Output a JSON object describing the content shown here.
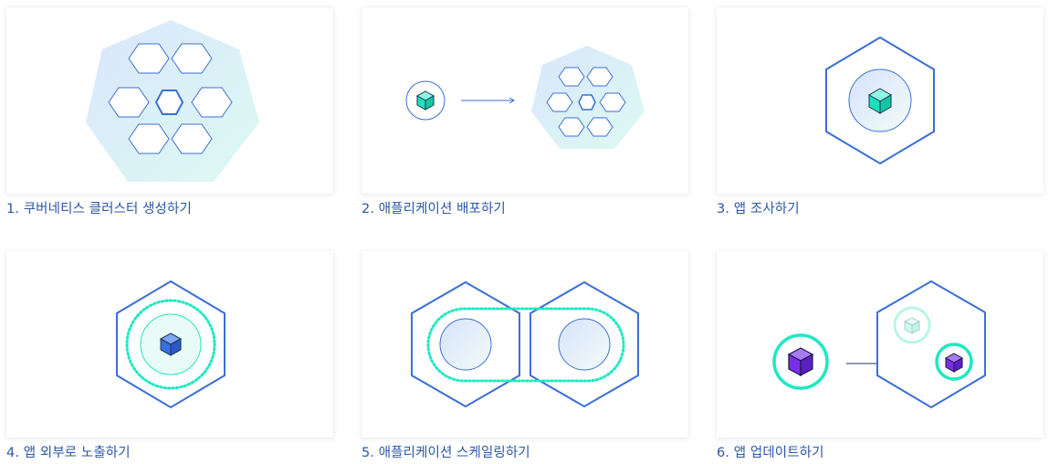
{
  "steps": [
    {
      "label": "1. 쿠버네티스 클러스터 생성하기"
    },
    {
      "label": "2. 애플리케이션 배포하기"
    },
    {
      "label": "3. 앱 조사하기"
    },
    {
      "label": "4. 앱 외부로 노출하기"
    },
    {
      "label": "5. 애플리케이션 스케일링하기"
    },
    {
      "label": "6. 앱 업데이트하기"
    }
  ],
  "colors": {
    "line_blue": "#3b6fd6",
    "teal": "#1de9c0",
    "cube_blue": "#3a6fe0",
    "cube_purple": "#7a2ee8",
    "caption": "#2c57a6"
  }
}
